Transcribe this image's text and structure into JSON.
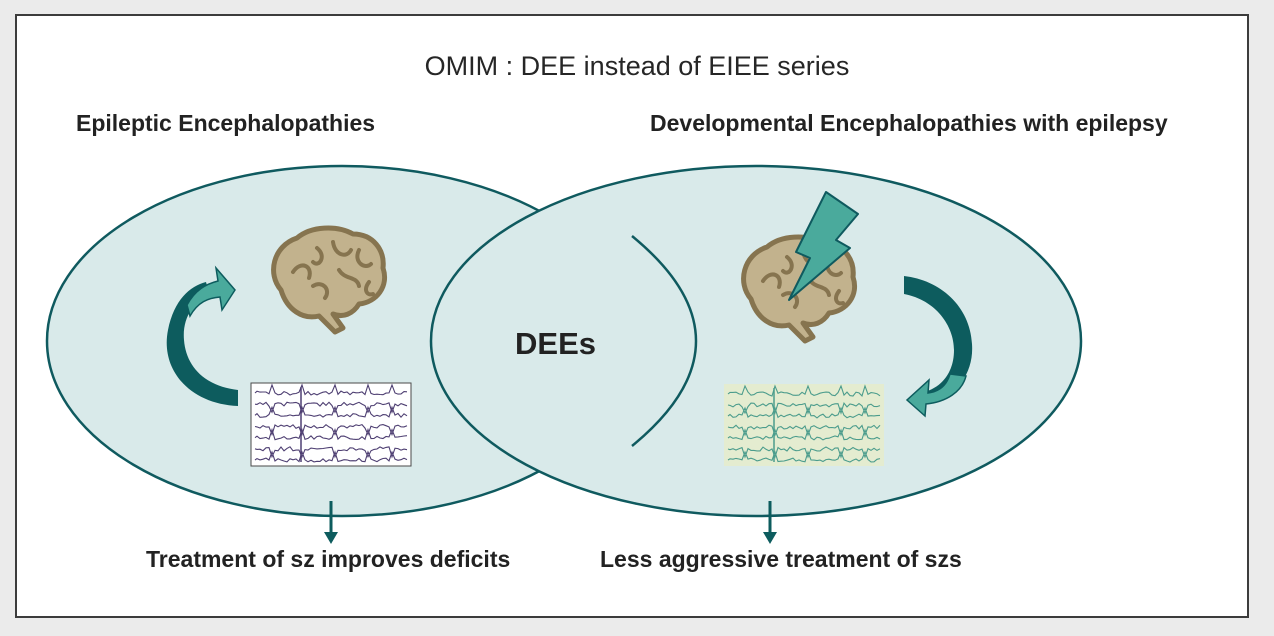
{
  "title": "OMIM : DEE instead of EIEE series",
  "left_circle": {
    "label": "Epileptic Encephalopathies",
    "outcome": "Treatment of sz improves deficits"
  },
  "right_circle": {
    "label": "Developmental Encephalopathies with epilepsy",
    "outcome": "Less aggressive treatment of szs"
  },
  "overlap_label": "DEEs",
  "icons": [
    "brain-icon",
    "lightning-icon",
    "cycle-arrow-icon",
    "eeg-trace-icon",
    "down-arrow-icon"
  ],
  "colors": {
    "ellipse_fill": "#d9eaea",
    "ellipse_stroke": "#0f5a5f",
    "arrow_light": "#4aaa9c",
    "arrow_dark": "#0d5c5e",
    "brain_fill": "#c2b28d",
    "brain_stroke": "#86744f",
    "eeg_left_trace": "#4e3f72",
    "eeg_right_trace": "#4b9c8c",
    "eeg_right_bg": "#e4ecd0"
  }
}
